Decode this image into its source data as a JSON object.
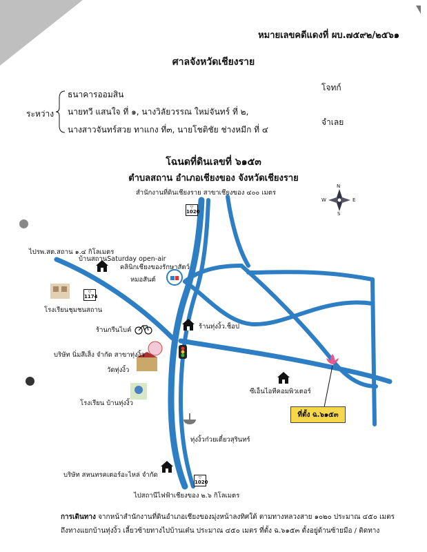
{
  "header": {
    "case_number": "หมายเลขคดีแดงที่ ผบ.๗๕๙๒/๒๕๖๑",
    "court": "ศาลจังหวัดเชียงราย"
  },
  "parties": {
    "between_label": "ระหว่าง",
    "plaintiff": "ธนาคารออมสิน",
    "plaintiff_role": "โจทก์",
    "defendant_line1": "นายทวี  แสนใจ ที่ ๑, นางวิลัยวรรณ  ใหม่จันทร์ ที่ ๒,",
    "defendant_line2": "นางสาวจันทร์สวย  ทาแกง ที่๓, นายโชติชัย  ช่างหมีก ที่ ๔",
    "defendant_role": "จำเลย"
  },
  "titles": {
    "deed": "โฉนดที่ดินเลขที่ ๖๑๕๓",
    "location": "ตำบลสถาน อำเภอเชียงของ จังหวัดเชียงราย"
  },
  "map": {
    "labels": {
      "land_office": "สำนักงานที่ดินเชียงราย สาขาเชียงของ ๔๐๐ เมตร",
      "hospital": "ไปรพ.สต.สถาน ๑.๔ กิโลเมตร",
      "market_line1": "บ้านสถานSaturday open-air",
      "clinic_line1": "คลินิกเชียงของรักษาสัตว์",
      "clinic_line2": "หมอสันต์",
      "school_chumchon": "โรงเรียนชุมชนสถาน",
      "green_bike": "ร้านกรีนไบค์",
      "thung_shop": "ร้านทุ่งงิ้ว.ช็อป",
      "company_nim": "บริษัท นิ่มสีเส็ง จำกัด สาขาทุ่งงิ้ว",
      "wat": "วัดทุ่งงิ้ว",
      "school_thung": "โรงเรียน บ้านทุ่งงิ้ว",
      "computer": "ซีเอ็นไอทีคอมพิวเตอร์",
      "noodle": "ทุ่งงิ้วก๋วยเตี๋ยวสุรินทร์",
      "company_sahas": "บริษัท สหนทรคเตอร์อะไหล่ จำกัด",
      "electric": "ไปสถานีไฟฟ้าเชียงของ ๒.๖ กิโลเมตร",
      "destination": "ที่ตั้ง ฉ.๖๑๕๓"
    },
    "compass": {
      "n": "N",
      "s": "S",
      "e": "E",
      "w": "W"
    },
    "road_numbers": {
      "main_top": "1020",
      "main_bottom": "1020",
      "side": "1174"
    },
    "colors": {
      "road": "#2e7ec4",
      "destination_box": "#f6d64a",
      "pin": "#e8588a"
    }
  },
  "directions": {
    "label": "การเดินทาง",
    "text": " จากหน้าสำนักงานที่ดินอำเภอเชียงของมุ่งหน้าลงทิศใต้ ตามทางหลวงสาย ๑๐๒๐ ประมาณ ๔๕๐ เมตร ถึงทางแยกบ้านทุ่งงิ้ว เลี้ยวซ้ายทางไปบ้านเต๋น ประมาณ ๔๕๐ เมตร ที่ตั้ง ฉ.๖๑๕๓ ตั้งอยู่ด้านซ้ายมือ / ติดทาง"
  }
}
